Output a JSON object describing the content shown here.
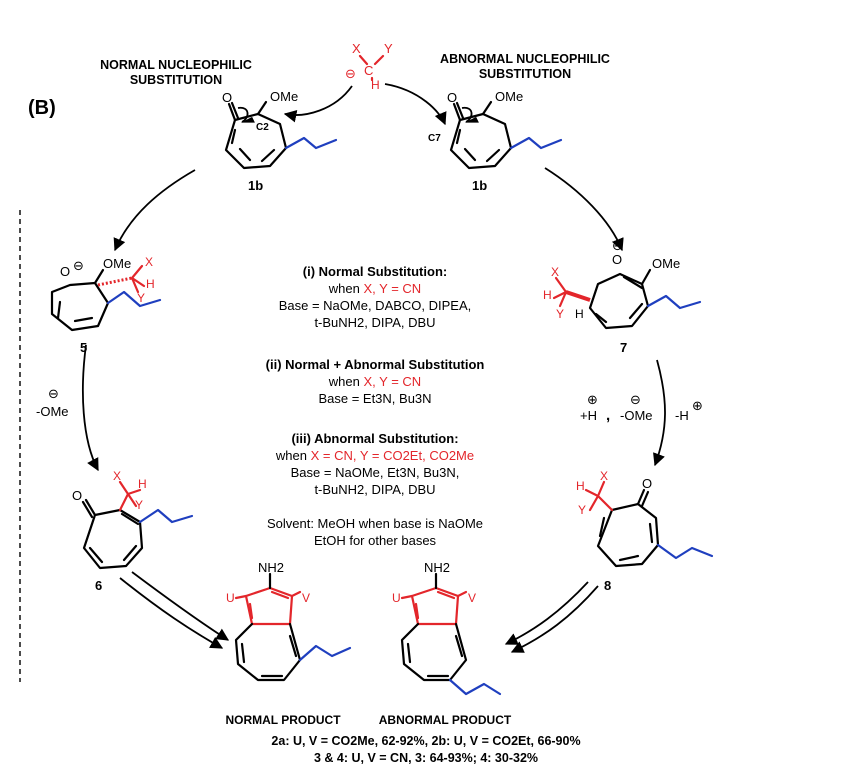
{
  "panel_label": "(B)",
  "headers": {
    "normal_line1": "NORMAL NUCLEOPHILIC",
    "normal_line2": "SUBSTITUTION",
    "abnormal_line1": "ABNORMAL NUCLEOPHILIC",
    "abnormal_line2": "SUBSTITUTION"
  },
  "atoms": {
    "X": "X",
    "Y": "Y",
    "C": "C",
    "H": "H",
    "O": "O",
    "OMe": "OMe",
    "C2": "C2",
    "C7": "C7",
    "NH2": "NH2",
    "U": "U",
    "V": "V",
    "minus": "⊖",
    "plus": "⊕"
  },
  "compounds": {
    "c1b_left": "1b",
    "c1b_right": "1b",
    "c5": "5",
    "c6": "6",
    "c7": "7",
    "c8": "8"
  },
  "steps": {
    "left_reagent": "-OMe",
    "right_reagent_a": "+H",
    "right_reagent_sep": ",",
    "right_reagent_b": "-OMe",
    "right_reagent_c": "-H"
  },
  "conditions": {
    "i_title": "(i) Normal Substitution:",
    "i_when_prefix": "when ",
    "i_when_xy": "X, Y = CN",
    "i_base1": "Base = NaOMe, DABCO, DIPEA,",
    "i_base2": "t-BuNH2, DIPA, DBU",
    "ii_title": "(ii) Normal + Abnormal Substitution",
    "ii_when_prefix": "when ",
    "ii_when_xy": "X, Y = CN",
    "ii_base": "Base = Et3N, Bu3N",
    "iii_title": "(iii) Abnormal Substitution:",
    "iii_when_prefix": "when ",
    "iii_when_xy": "X = CN, Y = CO2Et, CO2Me",
    "iii_base1": "Base = NaOMe, Et3N, Bu3N,",
    "iii_base2": "t-BuNH2, DIPA, DBU",
    "solvent1": "Solvent: MeOH when base is NaOMe",
    "solvent2": "EtOH for other bases"
  },
  "products": {
    "normal": "NORMAL PRODUCT",
    "abnormal": "ABNORMAL PRODUCT",
    "line1": "2a: U, V = CO2Me, 62-92%, 2b: U, V = CO2Et, 66-90%",
    "line2": "3 & 4:  U, V = CN, 3: 64-93%; 4: 30-32%"
  },
  "colors": {
    "red": "#e3262b",
    "blue": "#1f3fbf"
  }
}
